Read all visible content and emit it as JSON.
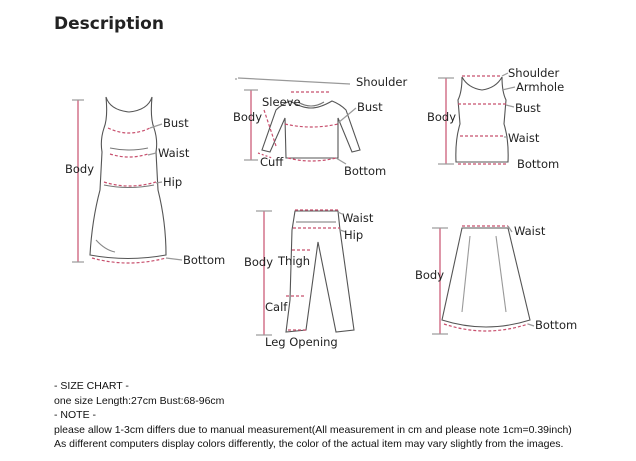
{
  "title": "Description",
  "dress": {
    "bust": "Bust",
    "waist": "Waist",
    "body": "Body",
    "hip": "Hip",
    "bottom": "Bottom"
  },
  "shirt": {
    "shoulder": "Shoulder",
    "sleeve": "Sleeve",
    "body": "Body",
    "bust": "Bust",
    "cuff": "Cuff",
    "bottom": "Bottom"
  },
  "tank": {
    "shoulder": "Shoulder",
    "armhole": "Armhole",
    "body": "Body",
    "bust": "Bust",
    "waist": "Waist",
    "bottom": "Bottom"
  },
  "pants": {
    "waist": "Waist",
    "hip": "Hip",
    "body": "Body",
    "thigh": "Thigh",
    "calf": "Calf",
    "leg_opening": "Leg Opening"
  },
  "skirt": {
    "waist": "Waist",
    "body": "Body",
    "bottom": "Bottom"
  },
  "notes": {
    "size_chart_heading": "- SIZE CHART -",
    "size_line": "one size Length:27cm Bust:68-96cm",
    "note_heading": "- NOTE -",
    "note_line_1": "please allow 1-3cm differs due to manual measurement(All measurement in cm and please note 1cm=0.39inch)",
    "note_line_2": "As different computers display colors differently, the color of the actual item may vary slightly from the images."
  },
  "colors": {
    "outline": "#555555",
    "measure": "#c8506e",
    "guide": "#777777"
  }
}
